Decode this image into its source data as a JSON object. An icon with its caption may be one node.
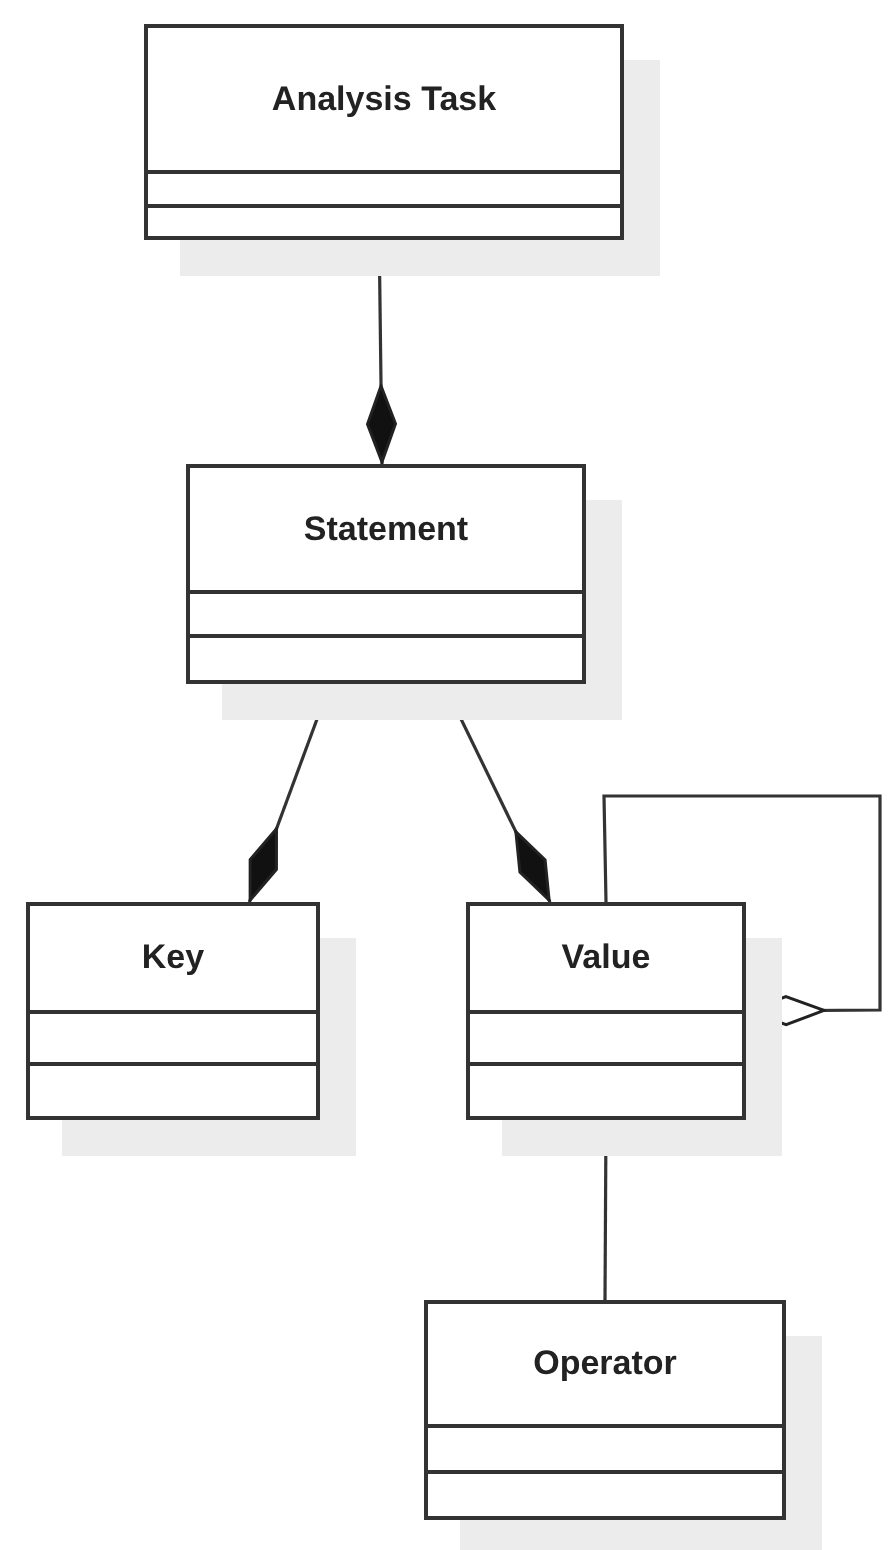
{
  "diagram": {
    "nodes": [
      {
        "text": [
          "Analysis Task"
        ]
      },
      {
        "text": [
          "Statement"
        ]
      },
      {
        "text": [
          "Key"
        ]
      },
      {
        "text": [
          "Value"
        ]
      },
      {
        "text": [
          "Operator"
        ]
      }
    ],
    "edges": [
      {
        "from": 0,
        "to": 1,
        "arrow": "other"
      },
      {
        "from": 1,
        "to": 2,
        "arrow": "other"
      },
      {
        "from": 1,
        "to": 3,
        "arrow": "other"
      },
      {
        "from": 3,
        "to": 3,
        "arrow": "other"
      },
      {
        "from": 3,
        "to": 4,
        "arrow": "none"
      }
    ]
  }
}
